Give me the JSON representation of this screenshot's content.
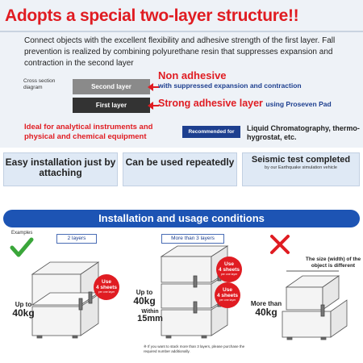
{
  "header": {
    "title": "Adopts a special two-layer structure!!",
    "intro": "Connect objects with the excellent flexibility and adhesive strength of the first layer. Fall prevention is realized by combining polyurethane resin that suppresses expansion and contraction in the second layer"
  },
  "diagram": {
    "cross_section_label": "Cross section diagram",
    "second_layer": "Second layer",
    "first_layer": "First layer",
    "non_adhesive_title": "Non adhesive",
    "non_adhesive_sub": "with suppressed expansion and contraction",
    "strong_title": "Strong adhesive layer",
    "strong_sub": "using Proseven Pad"
  },
  "recommendation": {
    "ideal": "Ideal for analytical instruments and physical and chemical equipment",
    "badge": "Recommended for",
    "text": "Liquid Chromatography, thermo-hygrostat, etc."
  },
  "features": [
    {
      "label": "Easy installation just by attaching"
    },
    {
      "label": "Can be used repeatedly"
    },
    {
      "label": "Seismic test completed",
      "sub": "by our Earthquake simulation vehicle"
    }
  ],
  "conditions": {
    "title": "Installation and usage conditions",
    "examples_label": "Examples",
    "tag_two": "2 layers",
    "tag_more": "More than 3 layers",
    "up_to_label": "Up to",
    "weight_40": "40kg",
    "within_label": "Within",
    "within_value": "15mm",
    "more_than_label": "More than",
    "use_sheets_1": "Use",
    "use_sheets_2": "4 sheets",
    "use_sheets_3": "per one layer",
    "size_note": "The size (width) of the object is different",
    "stack_note": "※ If you want to stack more than 3 layers, please purchase the required number additionally."
  },
  "colors": {
    "accent_red": "#e01c22",
    "brand_blue": "#1d54b4",
    "navy": "#1d3f8f",
    "check_green": "#3aa63a"
  },
  "icons": {
    "check": "check-icon",
    "cross": "cross-icon"
  }
}
